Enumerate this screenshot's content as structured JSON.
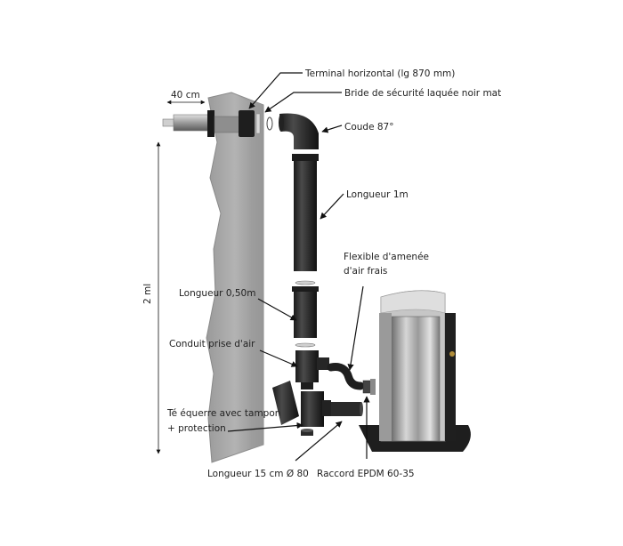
{
  "labels": {
    "terminal": "Terminal horizontal (lg 870 mm)",
    "bride": "Bride de sécurité laquée noir mat",
    "coude": "Coude 87°",
    "longueur_1m": "Longueur 1m",
    "flexible_line1": "Flexible d'amenée",
    "flexible_line2": "d'air frais",
    "longueur_050": "Longueur 0,50m",
    "conduit": "Conduit prise d'air",
    "te_line1": "Té équerre avec tampon",
    "te_line2": "+ protection",
    "longueur_15": "Longueur 15 cm Ø 80",
    "raccord": "Raccord EPDM 60-35"
  },
  "dimensions": {
    "width": "40 cm",
    "height": "2 ml"
  },
  "colors": {
    "pipe": "#2b2b2b",
    "wall": "#a9a9a9",
    "text": "#222222",
    "stove_body": "#b8b8b8",
    "base": "#1e1e1e"
  }
}
